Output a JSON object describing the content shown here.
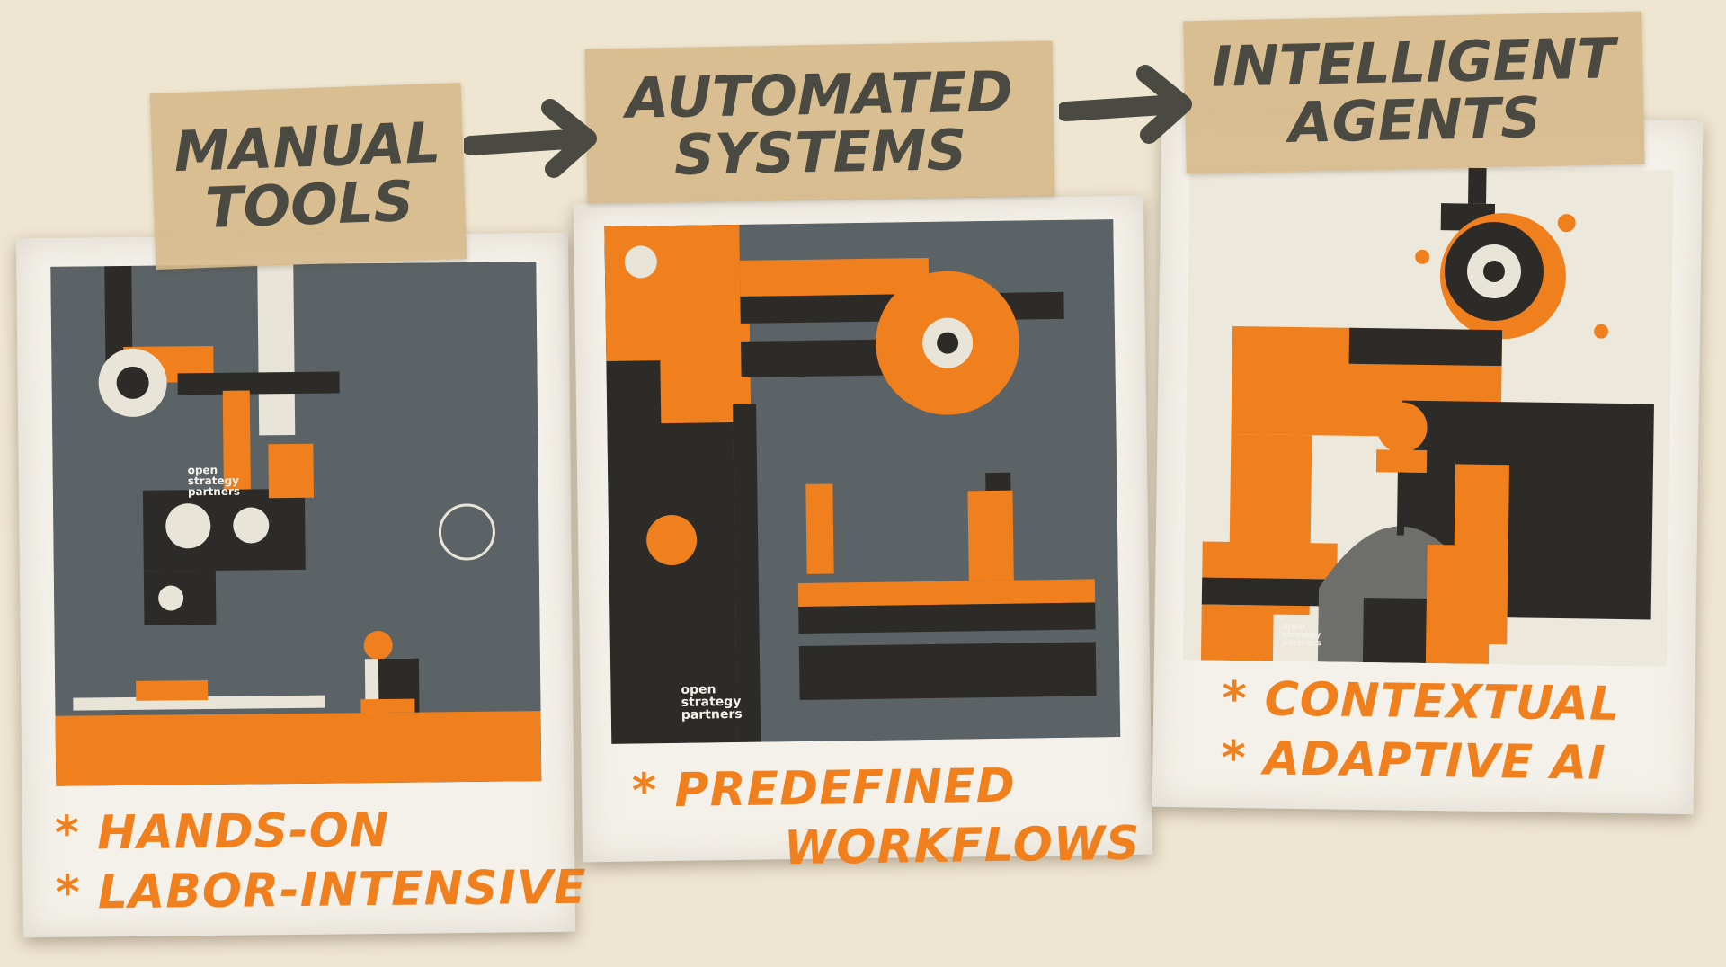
{
  "stages": [
    {
      "title": [
        "MANUAL",
        "TOOLS"
      ],
      "bullets": [
        "* HANDS-ON",
        "* LABOR-INTENSIVE"
      ],
      "logo": [
        "open",
        "strategy",
        "partners"
      ]
    },
    {
      "title": [
        "AUTOMATED",
        "SYSTEMS"
      ],
      "bullets": [
        "* PREDEFINED",
        "WORKFLOWS"
      ],
      "logo": [
        "open",
        "strategy",
        "partners"
      ]
    },
    {
      "title": [
        "INTELLIGENT",
        "AGENTS"
      ],
      "bullets": [
        "* CONTEXTUAL",
        "* ADAPTIVE AI"
      ],
      "logo": [
        "open",
        "strategy",
        "partners"
      ]
    }
  ],
  "colors": {
    "background": "#efe6d2",
    "accent": "#f0801e",
    "tape": "#d6b98a",
    "ink": "#4a4a43",
    "dark": "#2d2b28",
    "slate": "#5b6366"
  },
  "icons": [
    "arrow-right-icon",
    "arrow-right-icon"
  ]
}
